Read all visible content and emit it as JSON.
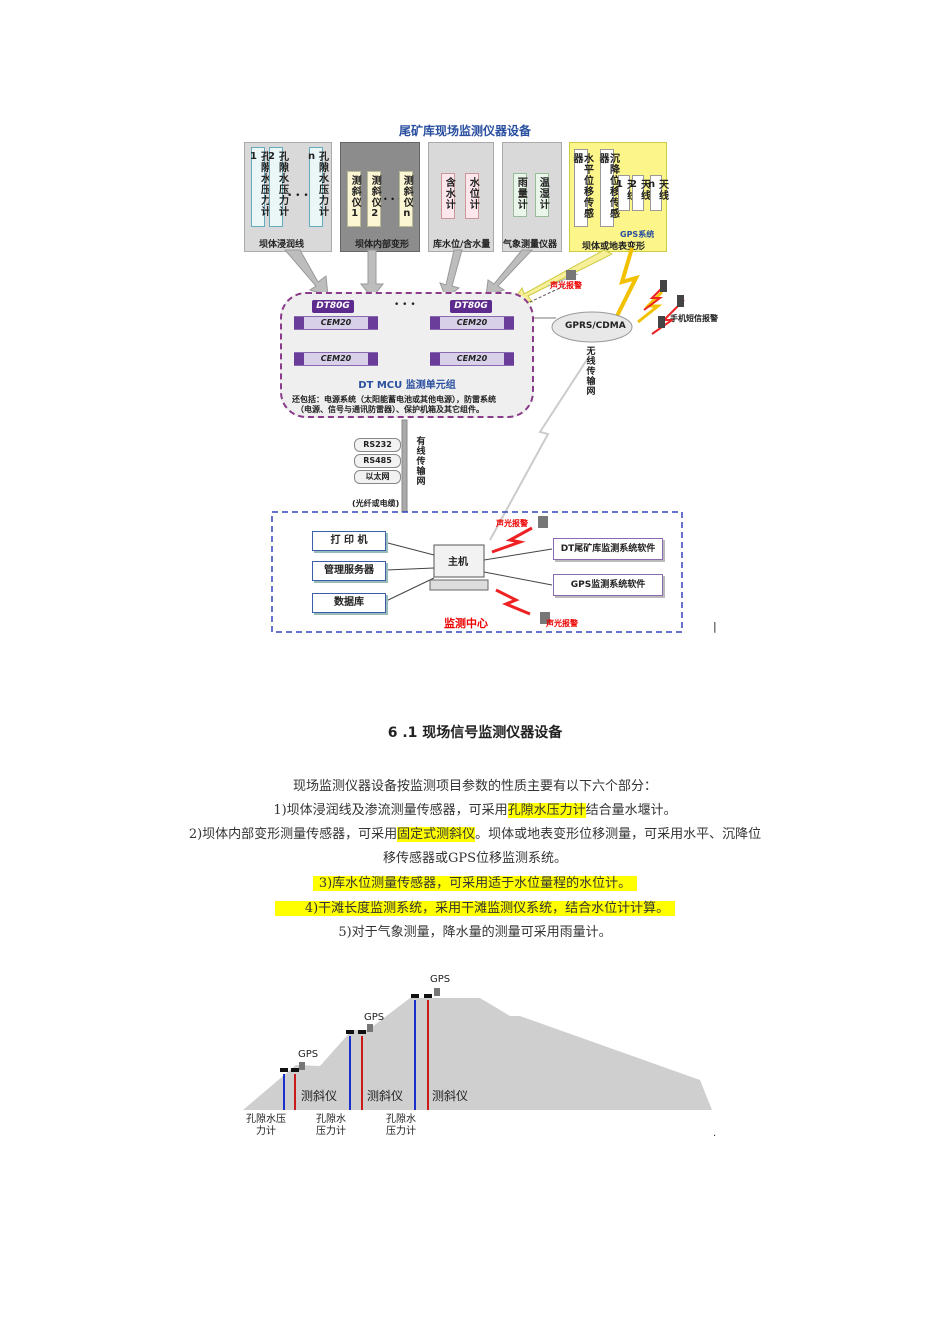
{
  "diagram1": {
    "title": "尾矿库现场监测仪器设备",
    "group1": {
      "cols": [
        "孔隙水压力计1",
        "孔隙水压力计2",
        "孔隙水压力计n"
      ],
      "label": "坝体浸润线"
    },
    "group2": {
      "cols": [
        "测斜仪1",
        "测斜仪2",
        "测斜仪n"
      ],
      "label": "坝体内部变形"
    },
    "group3": {
      "cols": [
        "含水计",
        "水位计"
      ],
      "label": "库水位/含水量"
    },
    "group4": {
      "cols": [
        "雨量计",
        "温湿计"
      ],
      "label": "气象测量仪器"
    },
    "group5": {
      "cols": [
        "水平位移传感器",
        "沉降位移传感器",
        "天线1",
        "天线2",
        "天线n"
      ],
      "gps": "GPS系统",
      "label": "坝体或地表变形"
    },
    "dots": "• • •",
    "dt_label": "DT80G",
    "cem_label": "CEM20",
    "mcu_title": "DT MCU 监测单元组",
    "mcu_note1": "还包括：电源系统（太阳能蓄电池或其他电源），防雷系统",
    "mcu_note2": "（电源、信号与通讯防雷器）、保护机箱及其它组件。",
    "alarm": "声光报警",
    "gprs": "GPRS/CDMA",
    "sms_alarm": "手机短信报警",
    "wireless": "无线传输网",
    "wired": "有线传输网",
    "rs232": "RS232",
    "rs485": "RS485",
    "ethernet": "以太网",
    "cable": "(光纤或电缆)",
    "printer": "打 印 机",
    "mgmt_server": "管理服务器",
    "database": "数据库",
    "host": "主机",
    "software1": "DT尾矿库监测系统软件",
    "software2": "GPS监测系统软件",
    "center": "监测中心",
    "alarm2": "声光报警",
    "alarm3": "声光报警",
    "edge_mark": "|"
  },
  "section": {
    "heading": "6 .1 现场信号监测仪器设备",
    "intro": "现场监测仪器设备按监测项目参数的性质主要有以下六个部分：",
    "item1_pre": "1)坝体浸润线及渗流测量传感器，可采用",
    "item1_hl": "孔隙水压力计",
    "item1_post": "结合量水堰计。",
    "item2_pre": "2)坝体内部变形测量传感器，可采用",
    "item2_hl": "固定式测斜仪",
    "item2_post": "。坝体或地表变形位移测量，可采用水平、沉降位",
    "item2_line2": "移传感器或GPS位移监测系统。",
    "item3": "3)库水位测量传感器，可采用适于水位量程的水位计。",
    "item4": "4)干滩长度监测系统，采用干滩监测仪系统，结合水位计计算。",
    "item5": "5)对于气象测量，降水量的测量可采用雨量计。"
  },
  "diagram2": {
    "gps": "GPS",
    "inclinometer": "测斜仪",
    "piezo_a": [
      "孔隙水压",
      "力计"
    ],
    "piezo_b": [
      "孔隙水",
      "压力计"
    ],
    "piezo_c": [
      "孔隙水",
      "压力计"
    ],
    "edge_mark": "."
  }
}
